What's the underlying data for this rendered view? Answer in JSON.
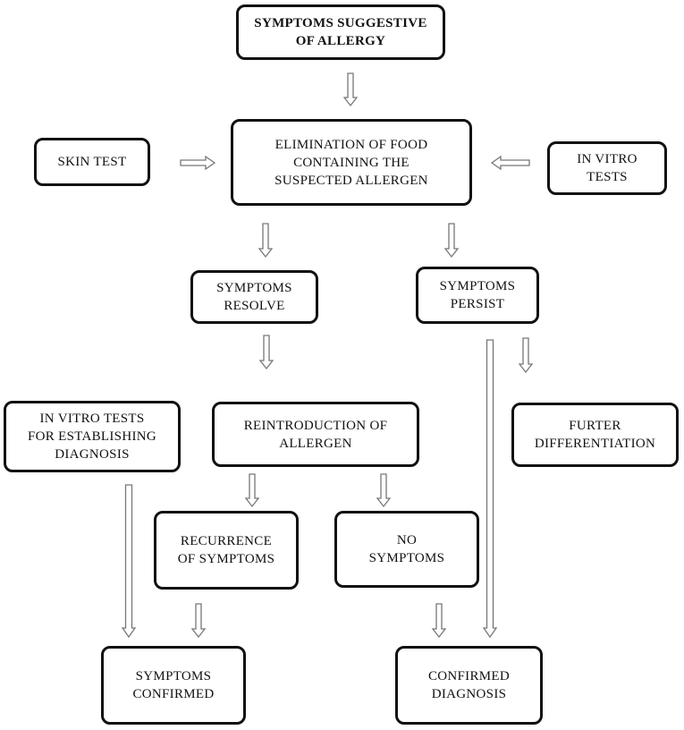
{
  "diagram": {
    "nodes": {
      "symptoms_suggestive": "SYMPTOMS SUGGESTIVE\nOF ALLERGY",
      "elimination": "ELIMINATION OF FOOD\nCONTAINING THE\nSUSPECTED ALLERGEN",
      "skin_test": "SKIN TEST",
      "in_vitro_tests": "IN VITRO\nTESTS",
      "symptoms_resolve": "SYMPTOMS\nRESOLVE",
      "symptoms_persist": "SYMPTOMS\nPERSIST",
      "in_vitro_diagnosis": "IN VITRO TESTS\nFOR ESTABLISHING\nDIAGNOSIS",
      "reintroduction": "REINTRODUCTION OF\nALLERGEN",
      "further_differentiation": "FURTER\nDIFFERENTIATION",
      "recurrence": "RECURRENCE\nOF SYMPTOMS",
      "no_symptoms": "NO\nSYMPTOMS",
      "symptoms_confirmed": "SYMPTOMS\nCONFIRMED",
      "confirmed_diagnosis": "CONFIRMED\nDIAGNOSIS"
    },
    "edges": [
      {
        "from": "symptoms_suggestive",
        "to": "elimination"
      },
      {
        "from": "skin_test",
        "to": "elimination"
      },
      {
        "from": "in_vitro_tests",
        "to": "elimination"
      },
      {
        "from": "elimination",
        "to": "symptoms_resolve"
      },
      {
        "from": "elimination",
        "to": "symptoms_persist"
      },
      {
        "from": "symptoms_resolve",
        "to": "reintroduction"
      },
      {
        "from": "symptoms_persist",
        "to": "further_differentiation"
      },
      {
        "from": "symptoms_persist",
        "to": "confirmed_diagnosis"
      },
      {
        "from": "reintroduction",
        "to": "recurrence"
      },
      {
        "from": "reintroduction",
        "to": "no_symptoms"
      },
      {
        "from": "in_vitro_diagnosis",
        "to": "symptoms_confirmed"
      },
      {
        "from": "recurrence",
        "to": "symptoms_confirmed"
      },
      {
        "from": "no_symptoms",
        "to": "confirmed_diagnosis"
      }
    ],
    "colors": {
      "stroke": "#111111",
      "arrow": "#777777",
      "background": "#ffffff"
    }
  }
}
